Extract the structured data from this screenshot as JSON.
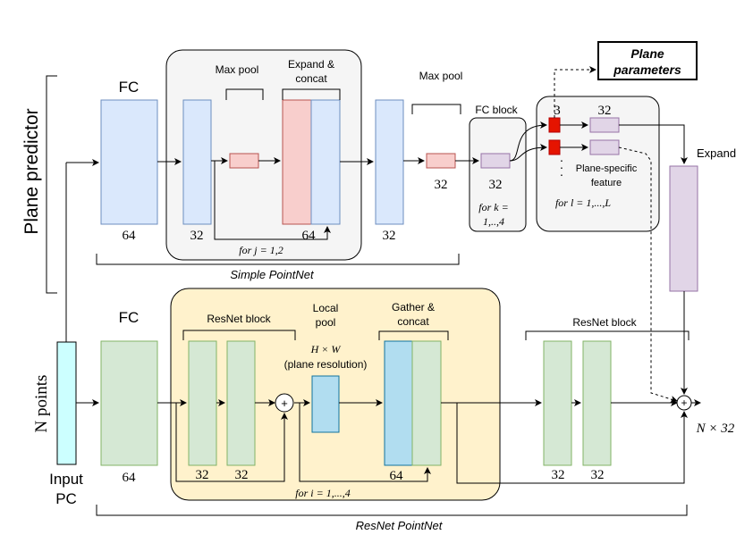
{
  "labels": {
    "plane_predictor": "Plane predictor",
    "n_points": "N points",
    "input_pc_1": "Input",
    "input_pc_2": "PC",
    "fc_top": "FC",
    "fc_bottom": "FC",
    "max_pool_1": "Max pool",
    "expand_concat_1": "Expand &",
    "expand_concat_2": "concat",
    "max_pool_2": "Max pool",
    "fc_block": "FC block",
    "plane_parameters_1": "Plane",
    "plane_parameters_2": "parameters",
    "expand": "Expand",
    "plane_specific_1": "Plane-specific",
    "plane_specific_2": "feature",
    "for_l": "for l = 1,...,L",
    "for_k_1": "for k =",
    "for_k_2": "1,..,4",
    "for_j": "for j = 1,2",
    "simple_pointnet": "Simple PointNet",
    "resnet_block_1": "ResNet block",
    "local_pool_1": "Local",
    "local_pool_2": "pool",
    "hxw": "H × W",
    "plane_resolution": "(plane resolution)",
    "gather_concat_1": "Gather &",
    "gather_concat_2": "concat",
    "resnet_block_2": "ResNet block",
    "for_i": "for i = 1,...,4",
    "resnet_pointnet": "ResNet PointNet",
    "output": "N × 32",
    "plus": "+",
    "dots": ".",
    "dims": {
      "fc_top": "64",
      "top_32a": "32",
      "top_64": "64",
      "top_32b": "32",
      "top_32c": "32",
      "fcblock_32": "32",
      "param_3": "3",
      "param_32": "32",
      "fc_bottom": "64",
      "res_32a": "32",
      "res_32b": "32",
      "gather_64": "64",
      "res2_32a": "32",
      "res2_32b": "32"
    }
  },
  "colors": {
    "blue_fill": "#dae8fc",
    "blue_stroke": "#6c8ebf",
    "red_fill": "#f8cecc",
    "red_stroke": "#b85450",
    "green_fill": "#d5e8d4",
    "green_stroke": "#82b366",
    "purple_fill": "#e1d5e7",
    "purple_stroke": "#9673a6",
    "yellow_fill": "#fff2cc",
    "yellow_stroke": "#000000",
    "gray_fill": "#f5f5f5",
    "cyan_fill": "#ccffff",
    "dark_blue_fill": "#b1ddf0",
    "dark_blue_stroke": "#10739e",
    "bright_red": "#e51400"
  }
}
